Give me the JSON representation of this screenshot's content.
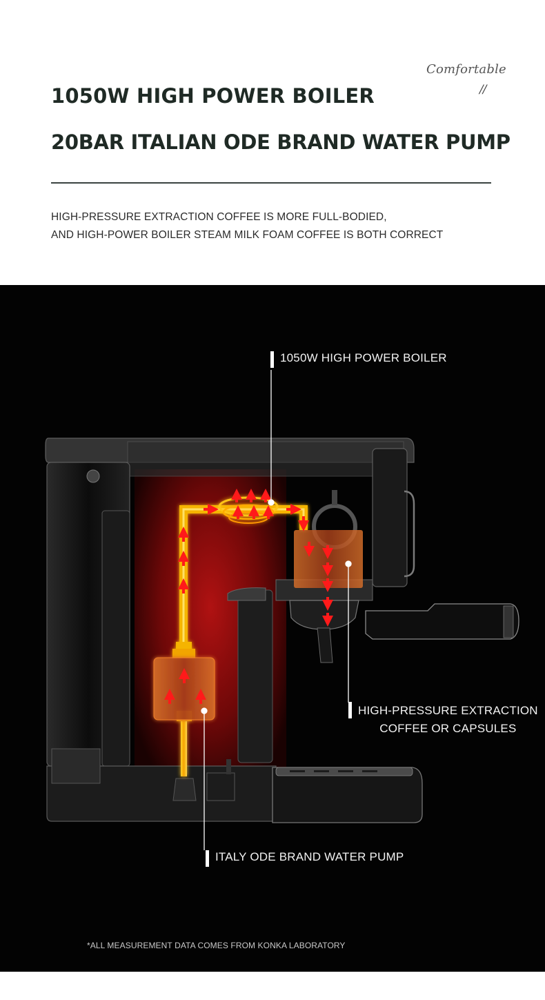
{
  "header": {
    "script_tag": "Comfortable",
    "script_mark": "//",
    "title_line_1": "1050W HIGH POWER BOILER",
    "title_line_2": "20BAR ITALIAN ODE BRAND WATER PUMP",
    "description_line_1": "HIGH-PRESSURE EXTRACTION COFFEE IS MORE FULL-BODIED,",
    "description_line_2": "AND HIGH-POWER BOILER STEAM MILK FOAM COFFEE IS BOTH CORRECT"
  },
  "diagram": {
    "callouts": {
      "boiler": "1050W HIGH POWER BOILER",
      "extraction_line_1": "HIGH-PRESSURE EXTRACTION",
      "extraction_line_2": "COFFEE OR CAPSULES",
      "pump": "ITALY ODE BRAND WATER PUMP"
    },
    "footnote": "*ALL MEASUREMENT DATA COMES FROM KONKA LABORATORY"
  },
  "colors": {
    "title_text": "#1f2a25",
    "dark_background": "#030303",
    "heat_glow": "#8a0c0c",
    "pipe_gold": "#f5b400",
    "flow_arrow": "#ff1a1a",
    "component_orange": "#c8641e",
    "callout_white": "#ffffff"
  }
}
